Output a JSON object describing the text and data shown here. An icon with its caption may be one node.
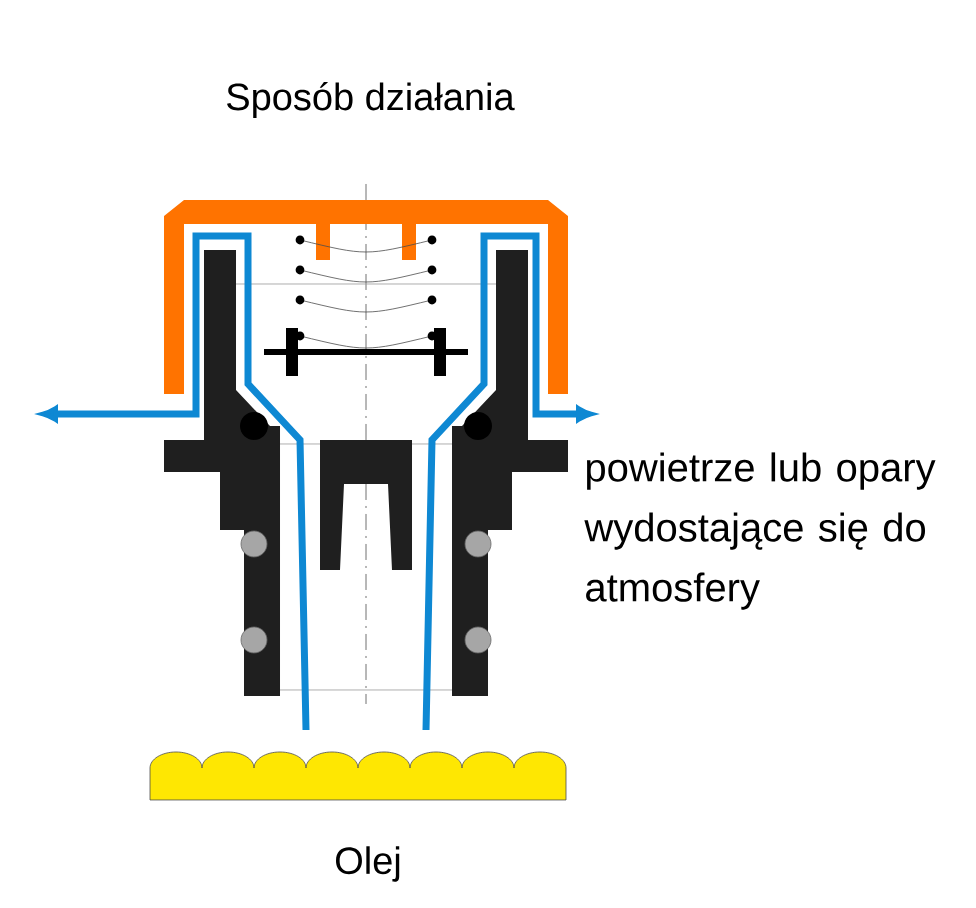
{
  "diagram": {
    "title": "Sposób działania",
    "labels": [
      "powietrze lub opary wydostające się do atmosfery",
      "Olej"
    ]
  }
}
